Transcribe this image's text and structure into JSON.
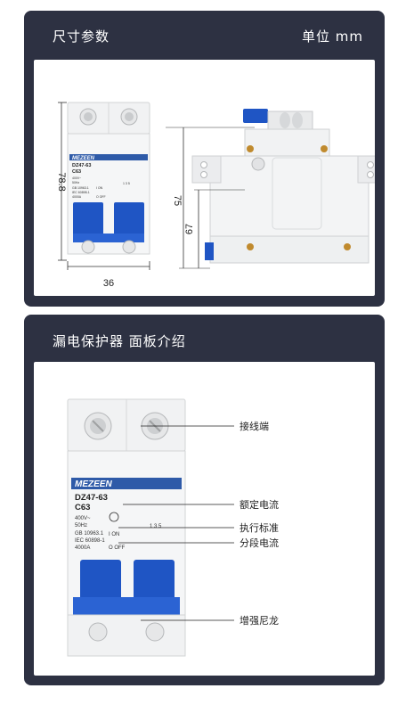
{
  "dimensions": {
    "title": "尺寸参数",
    "unit": "单位 mm",
    "height_total": "78.8",
    "width": "36",
    "depth": "75",
    "depth_body": "67"
  },
  "breaker": {
    "brand": "MEZEEN",
    "model": "DZ47-63",
    "rating": "C63",
    "voltage": "400V~",
    "frequency": "50Hz",
    "standard_1": "GB 10963.1",
    "standard_2": "IEC 60898-1",
    "capacity": "4000A",
    "on_label": "I ON",
    "off_label": "O OFF",
    "terminals": "1 3 5"
  },
  "panel_intro": {
    "title": "漏电保护器 面板介绍",
    "callouts": [
      "接线端",
      "额定电流",
      "执行标准",
      "分段电流",
      "增强尼龙"
    ]
  },
  "colors": {
    "card_bg": "#2d3142",
    "brand_blue": "#2e5aa8",
    "handle_blue": "#1f55c4"
  }
}
